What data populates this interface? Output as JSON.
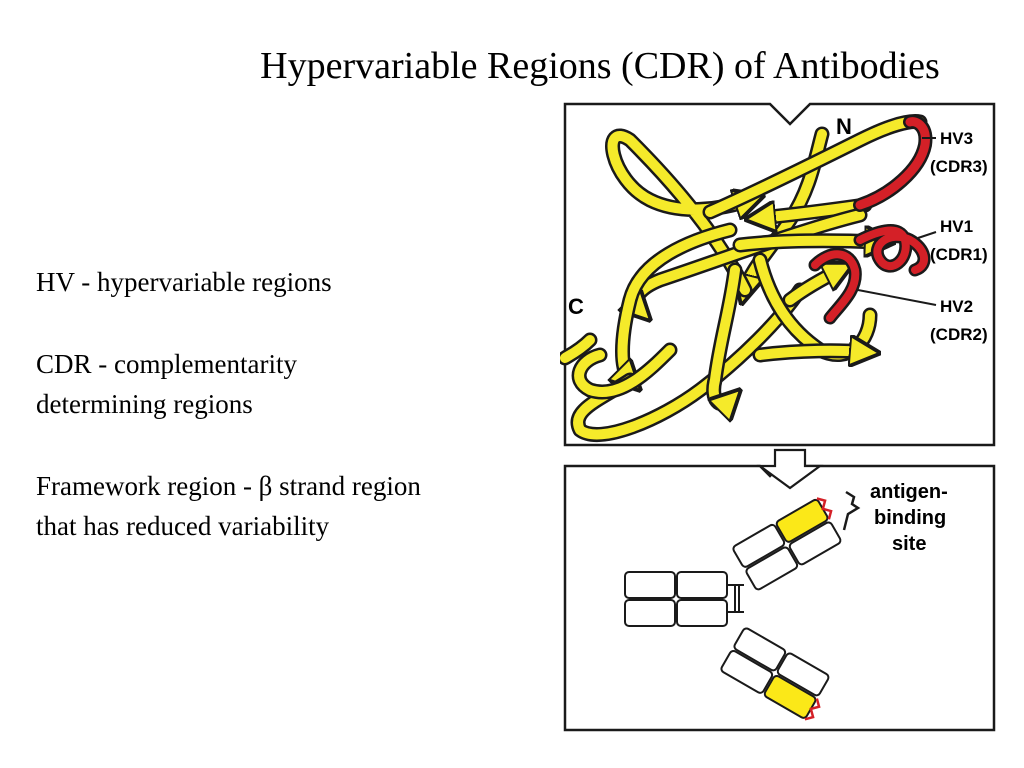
{
  "slide": {
    "title": "Hypervariable Regions (CDR) of Antibodies"
  },
  "bullets": [
    {
      "line1": "HV - hypervariable regions",
      "line2": ""
    },
    {
      "line1": "CDR - complementarity",
      "line2": "determining regions"
    },
    {
      "line1": "Framework region - β strand region",
      "line2": "that has reduced variability"
    }
  ],
  "figure": {
    "domain_labels": {
      "n_terminus": "N",
      "c_terminus": "C",
      "hv3": "HV3",
      "cdr3": "(CDR3)",
      "hv1": "HV1",
      "cdr1": "(CDR1)",
      "hv2": "HV2",
      "cdr2": "(CDR2)"
    },
    "antibody_labels": {
      "line1": "antigen-",
      "line2": "binding",
      "line3": "site"
    },
    "colors": {
      "framework_strand": "#f5ea2a",
      "cdr_loop": "#d42027",
      "outline": "#1a1a1a",
      "variable_domain": "#fbe818"
    }
  }
}
